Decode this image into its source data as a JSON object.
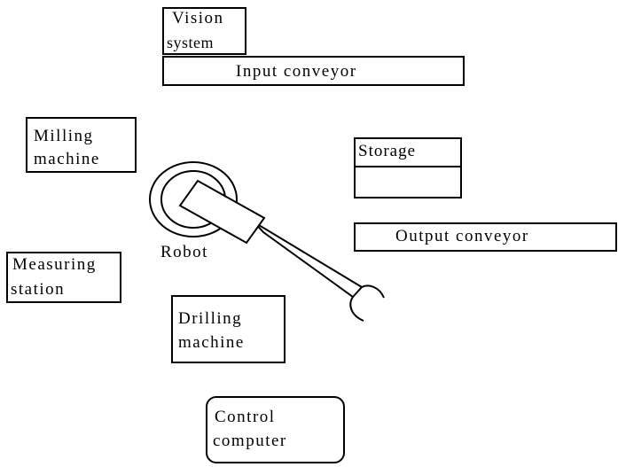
{
  "stations": {
    "vision_system": {
      "line1": "Vision",
      "line2": "system"
    },
    "input_conveyor": {
      "label": "Input conveyor"
    },
    "milling_machine": {
      "line1": "Milling",
      "line2": "machine"
    },
    "storage": {
      "label": "Storage"
    },
    "output_conveyor": {
      "label": "Output conveyor"
    },
    "measuring_station": {
      "line1": "Measuring",
      "line2": "station"
    },
    "drilling_machine": {
      "line1": "Drilling",
      "line2": "machine"
    },
    "control_computer": {
      "line1": "Control",
      "line2": "computer"
    }
  },
  "robot": {
    "label": "Robot"
  },
  "colors": {
    "line": "#000000",
    "background": "#ffffff"
  }
}
